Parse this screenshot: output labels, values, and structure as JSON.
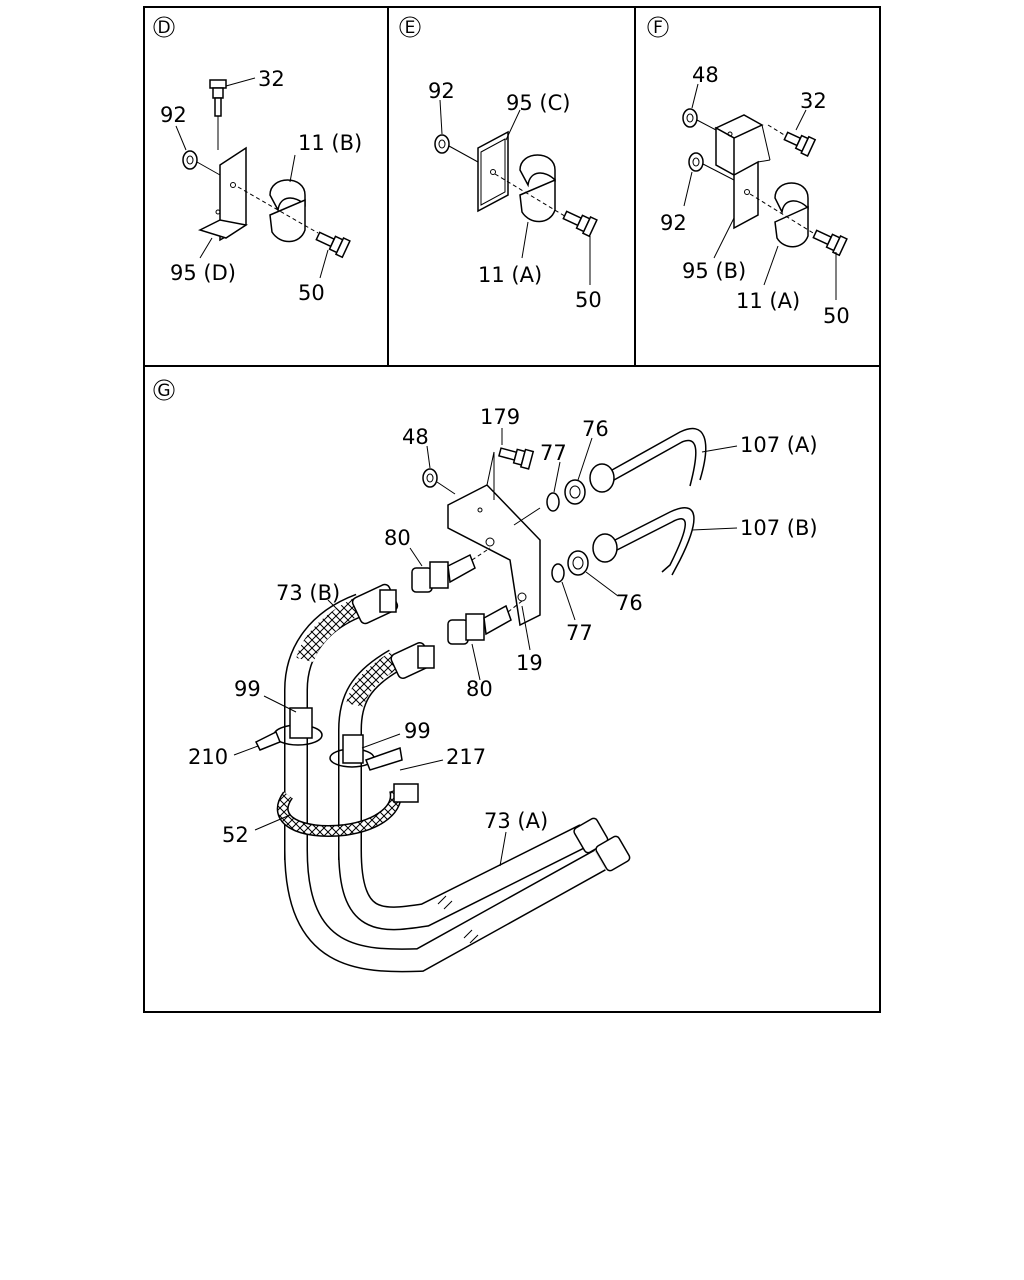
{
  "panels": {
    "D": {
      "circle_label": "D",
      "labels": {
        "bolt_top": "32",
        "nut": "92",
        "clip": "11 (B)",
        "bracket": "95 (D)",
        "bolt": "50"
      }
    },
    "E": {
      "circle_label": "E",
      "labels": {
        "nut": "92",
        "plate": "95 (C)",
        "clip": "11 (A)",
        "bolt": "50"
      }
    },
    "F": {
      "circle_label": "F",
      "labels": {
        "nut_top": "48",
        "bolt_top": "32",
        "nut": "92",
        "bracket": "95 (B)",
        "clip": "11 (A)",
        "bolt": "50"
      }
    },
    "G": {
      "circle_label": "G",
      "labels": {
        "nut_48": "48",
        "bolt_179": "179",
        "washer_77_top": "77",
        "nut_76_top": "76",
        "pipe_107a": "107 (A)",
        "pipe_107b": "107 (B)",
        "union_80_top": "80",
        "hose_73b": "73 (B)",
        "nut_76_bottom": "76",
        "washer_77_bottom": "77",
        "bracket_19": "19",
        "union_80_bottom": "80",
        "clamp_99_left": "99",
        "clamp_99_right": "99",
        "tie_210": "210",
        "tie_217": "217",
        "hose_73a": "73 (A)",
        "band_52": "52"
      }
    }
  }
}
